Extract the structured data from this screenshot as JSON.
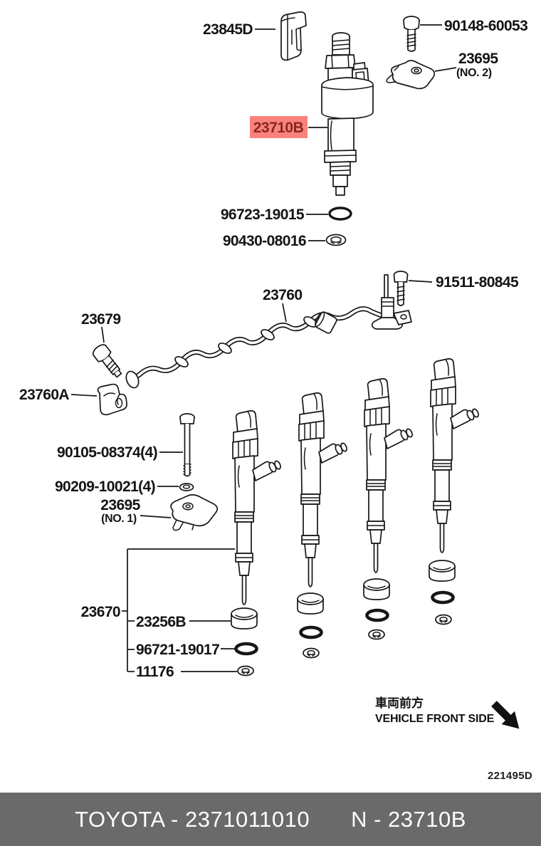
{
  "colors": {
    "line": "#161616",
    "highlight_bg": "#f9837c",
    "highlight_text": "#8b2723",
    "footer_bg": "#6a6a6a",
    "footer_text": "#ffffff"
  },
  "diagram": {
    "parts": {
      "retainer": "23845D",
      "bolt_union": "90148-60053",
      "clamp_no2": "23695",
      "clamp_no2_note": "(NO. 2)",
      "injector_selected": "23710B",
      "oring_upper": "96723-19015",
      "gasket_upper": "90430-08016",
      "bolt_pipe": "91511-80845",
      "pipe": "23760",
      "check_valve": "23679",
      "pipe_clamp": "23760A",
      "mount_bolt": "90105-08374(4)",
      "mount_washer": "90209-10021(4)",
      "clamp_no1": "23695",
      "clamp_no1_note": "(NO. 1)",
      "injector_assy": "23670",
      "nozzle_seat": "23256B",
      "oring_lower": "96721-19017",
      "gasket_lower": "11176"
    },
    "notes": {
      "front_jp": "車両前方",
      "front_en": "VEHICLE FRONT SIDE",
      "drawing_code": "221495D"
    }
  },
  "footer": {
    "brand_part": "TOYOTA - 2371011010",
    "ref": "N - 23710B"
  }
}
